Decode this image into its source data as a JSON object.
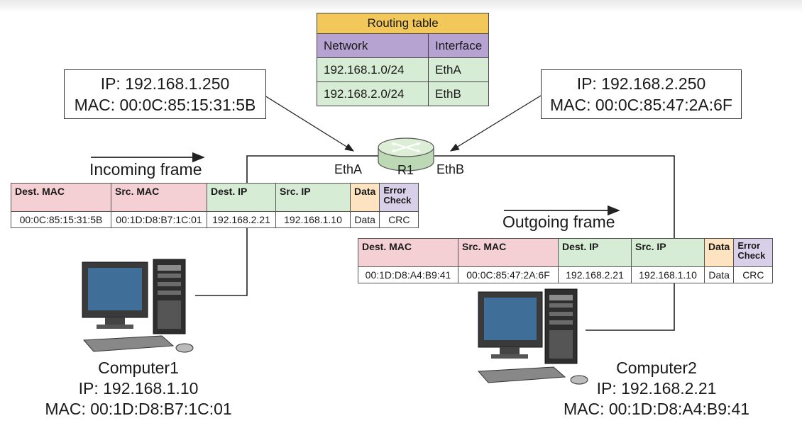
{
  "routing_table": {
    "title": "Routing table",
    "columns": [
      "Network",
      "Interface"
    ],
    "rows": [
      [
        "192.168.1.0/24",
        "EthA"
      ],
      [
        "192.168.2.0/24",
        "EthB"
      ]
    ]
  },
  "router": {
    "name": "R1",
    "interface_a": "EthA",
    "interface_b": "EthB",
    "etha_callout": {
      "ip": "IP: 192.168.1.250",
      "mac": "MAC: 00:0C:85:15:31:5B"
    },
    "ethb_callout": {
      "ip": "IP: 192.168.2.250",
      "mac": "MAC: 00:0C:85:47:2A:6F"
    }
  },
  "incoming_frame": {
    "label": "Incoming frame",
    "headers": [
      "Dest. MAC",
      "Src. MAC",
      "Dest. IP",
      "Src. IP",
      "Data",
      "Error Check"
    ],
    "values": [
      "00:0C:85:15:31:5B",
      "00:1D:D8:B7:1C:01",
      "192.168.2.21",
      "192.168.1.10",
      "Data",
      "CRC"
    ]
  },
  "outgoing_frame": {
    "label": "Outgoing frame",
    "headers": [
      "Dest. MAC",
      "Src. MAC",
      "Dest. IP",
      "Src. IP",
      "Data",
      "Error Check"
    ],
    "values": [
      "00:1D:D8:A4:B9:41",
      "00:0C:85:47:2A:6F",
      "192.168.2.21",
      "192.168.1.10",
      "Data",
      "CRC"
    ]
  },
  "computer1": {
    "name": "Computer1",
    "ip": "IP: 192.168.1.10",
    "mac": "MAC: 00:1D:D8:B7:1C:01"
  },
  "computer2": {
    "name": "Computer2",
    "ip": "IP: 192.168.2.21",
    "mac": "MAC: 00:1D:D8:A4:B9:41"
  },
  "colors": {
    "mac_fields": "#f4cfd4",
    "ip_fields": "#d7ecd5",
    "data_field": "#fde3c0",
    "error_check_field": "#d7d0e8",
    "table_title": "#f2c85b",
    "table_header": "#b7a3d2",
    "router_body": "#cfe5c8"
  },
  "icons": [
    "router-icon",
    "computer-icon"
  ]
}
